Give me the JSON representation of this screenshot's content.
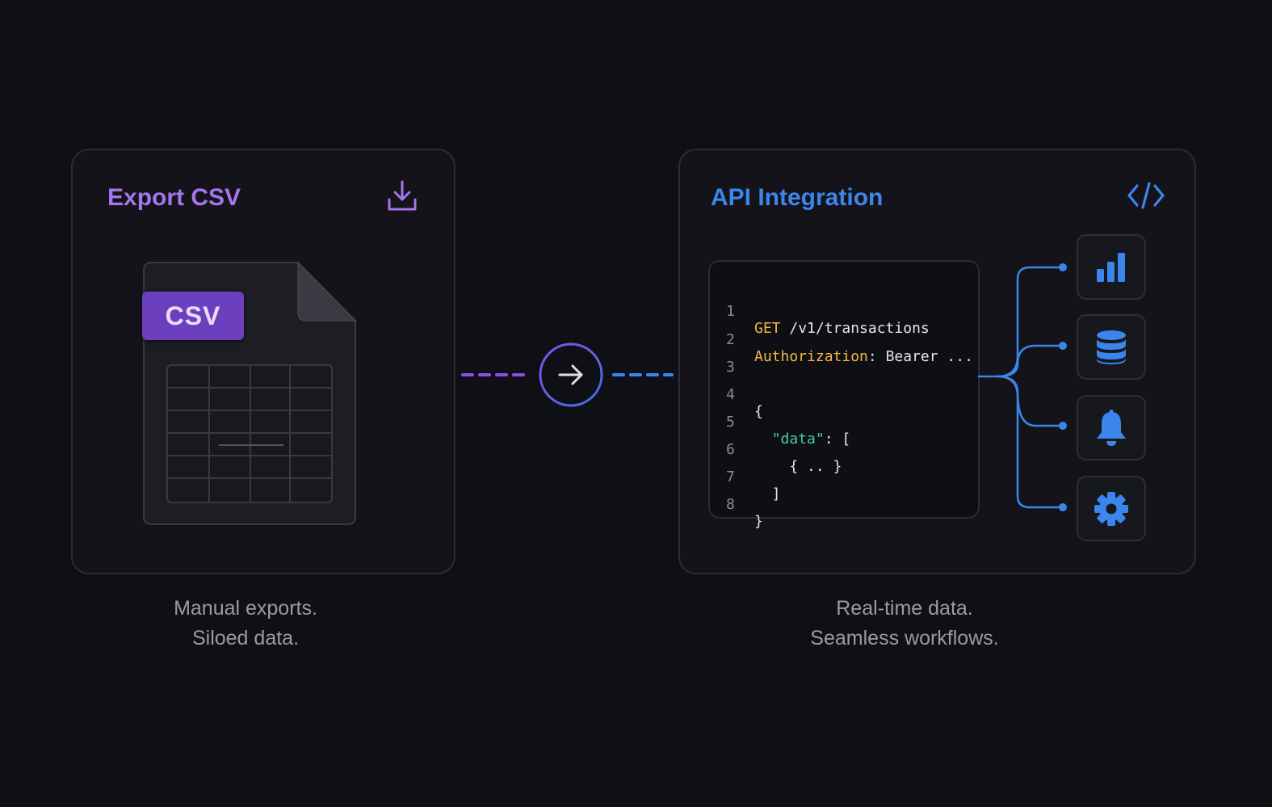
{
  "left_card": {
    "title": "Export CSV",
    "badge": "CSV",
    "caption_line1": "Manual exports.",
    "caption_line2": "Siloed data."
  },
  "right_card": {
    "title": "API Integration",
    "caption_line1": "Real-time data.",
    "caption_line2": "Seamless workflows.",
    "code": {
      "line_numbers": [
        "1",
        "2",
        "3",
        "4",
        "5",
        "6",
        "7",
        "8"
      ],
      "line1_method": "GET",
      "line1_path": " /v1/transactions",
      "line2_key": "Authorization",
      "line2_value": ": Bearer ...",
      "line4": "{",
      "line5_key": "\"data\"",
      "line5_rest": ": [",
      "line6": "    { .. }",
      "line7": "  ]",
      "line8": "}"
    },
    "integrations": [
      "bar-chart-icon",
      "database-icon",
      "bell-icon",
      "gear-icon"
    ]
  },
  "colors": {
    "csv_accent": "#a476ec",
    "api_accent": "#3b86ec",
    "background": "#0f1016",
    "code_keyword": "#f4b942",
    "code_string": "#4ec9a3"
  }
}
